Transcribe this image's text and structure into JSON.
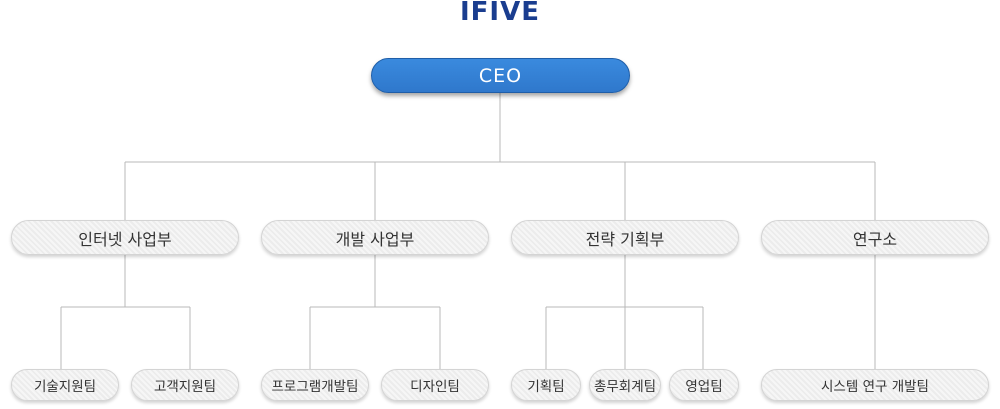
{
  "logo": "IFIVE",
  "ceo": "CEO",
  "departments": [
    {
      "name": "인터넷 사업부",
      "teams": [
        "기술지원팀",
        "고객지원팀"
      ]
    },
    {
      "name": "개발 사업부",
      "teams": [
        "프로그램개발팀",
        "디자인팀"
      ]
    },
    {
      "name": "전략 기획부",
      "teams": [
        "기획팀",
        "총무회계팀",
        "영업팀"
      ]
    },
    {
      "name": "연구소",
      "teams": [
        "시스템 연구 개발팀"
      ]
    }
  ],
  "colors": {
    "ceo_fill": "#2f78cc",
    "logo": "#1a3d8f",
    "line": "#b8b8b8"
  }
}
